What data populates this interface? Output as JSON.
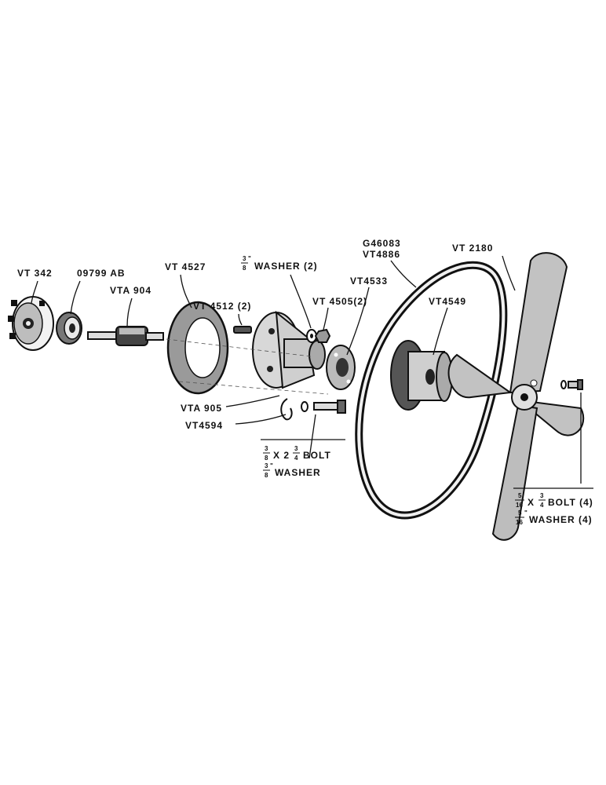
{
  "diagram": {
    "labels": {
      "vt342": "VT 342",
      "p09799ab": "09799 AB",
      "vta904": "VTA 904",
      "vt4527": "VT 4527",
      "vt4512": "VT 4512 (2)",
      "washer_38_2": "WASHER (2)",
      "vt4505": "VT 4505(2)",
      "vt4533": "VT4533",
      "g46083": "G46083",
      "vt4886": "VT4886",
      "vt2180": "VT 2180",
      "vt4549": "VT4549",
      "vta905": "VTA 905",
      "vt4594": "VT4594",
      "bolt_38_x_2_34": "X 2",
      "bolt_38_x_2_34_tail": "BOLT",
      "washer_38": "WASHER",
      "bolt_516_x_34": "X",
      "bolt_516_x_34_tail": "BOLT (4)",
      "washer_516_4": "WASHER (4)"
    },
    "fractions": {
      "three_eighths_num": "3",
      "three_eighths_den": "8",
      "three_quarters_num": "3",
      "three_quarters_den": "4",
      "five_sixteenths_num": "5",
      "five_sixteenths_den": "16",
      "inch_mark": "\""
    }
  }
}
